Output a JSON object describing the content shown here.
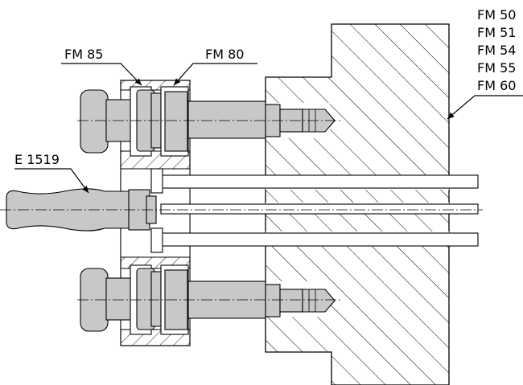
{
  "labels": {
    "fm85": "FM 85",
    "fm80": "FM 80",
    "e1519": "E 1519",
    "fm_list": [
      "FM 50",
      "FM 51",
      "FM 54",
      "FM 55",
      "FM 60"
    ]
  },
  "colors": {
    "part_grey": "#c8c8c8",
    "line": "#000000",
    "background": "#ffffff"
  }
}
